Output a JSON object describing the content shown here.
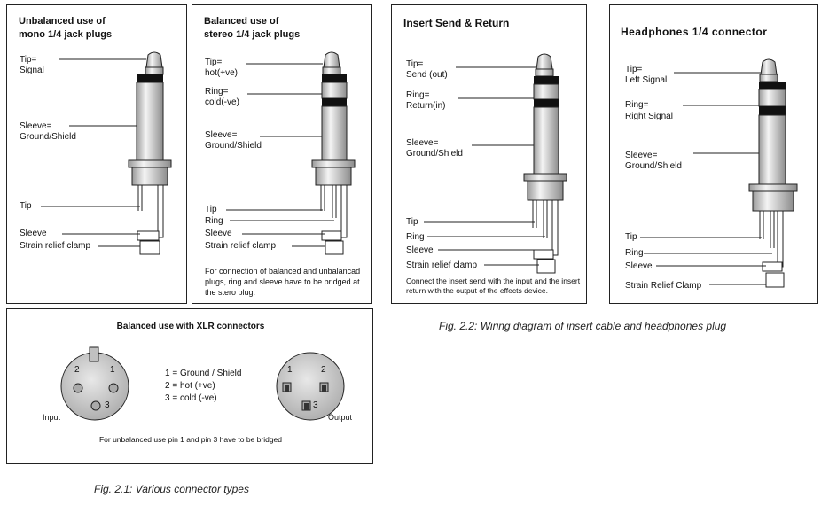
{
  "mono_panel": {
    "title_line1": "Unbalanced use of",
    "title_line2": "mono 1/4  jack plugs",
    "tip_label_1": "Tip=",
    "tip_label_2": "Signal",
    "sleeve_label_1": "Sleeve=",
    "sleeve_label_2": "Ground/Shield",
    "wire_tip": "Tip",
    "wire_sleeve": "Sleeve",
    "wire_clamp": "Strain relief clamp"
  },
  "stereo_panel": {
    "title_line1": "Balanced use of",
    "title_line2": "stereo 1/4  jack plugs",
    "tip_label_1": "Tip=",
    "tip_label_2": "hot(+ve)",
    "ring_label_1": "Ring=",
    "ring_label_2": "cold(-ve)",
    "sleeve_label_1": "Sleeve=",
    "sleeve_label_2": "Ground/Shield",
    "wire_tip": "Tip",
    "wire_ring": "Ring",
    "wire_sleeve": "Sleeve",
    "wire_clamp": "Strain relief clamp",
    "note": "For connection of balanced and unbalancad plugs, ring and sleeve have to be bridged at the stero plug."
  },
  "insert_panel": {
    "title": "Insert Send & Return",
    "tip_label_1": "Tip=",
    "tip_label_2": "Send (out)",
    "ring_label_1": "Ring=",
    "ring_label_2": "Return(in)",
    "sleeve_label_1": "Sleeve=",
    "sleeve_label_2": "Ground/Shield",
    "wire_tip": "Tip",
    "wire_ring": "Ring",
    "wire_sleeve": "Sleeve",
    "wire_clamp": "Strain relief clamp",
    "note": "Connect the insert send with the input and the insert return with the output of the effects device."
  },
  "headphones_panel": {
    "title": "Headphones 1/4   connector",
    "tip_label_1": "Tip=",
    "tip_label_2": "Left Signal",
    "ring_label_1": "Ring=",
    "ring_label_2": "Right Signal",
    "sleeve_label_1": "Sleeve=",
    "sleeve_label_2": "Ground/Shield",
    "wire_tip": "Tip",
    "wire_ring": "Ring",
    "wire_sleeve": "Sleeve",
    "wire_clamp": "Strain Relief Clamp"
  },
  "xlr_panel": {
    "title": "Balanced use with XLR connectors",
    "legend_1": "1 = Ground / Shield",
    "legend_2": "2 = hot (+ve)",
    "legend_3": "3 = cold (-ve)",
    "input_label": "Input",
    "output_label": "Output",
    "pin_1": "1",
    "pin_2": "2",
    "pin_3": "3",
    "note": "For unbalanced use pin 1 and pin 3 have to be bridged"
  },
  "captions": {
    "fig_2_1": "Fig. 2.1: Various connector types",
    "fig_2_2": "Fig. 2.2: Wiring diagram of insert cable and headphones plug"
  }
}
